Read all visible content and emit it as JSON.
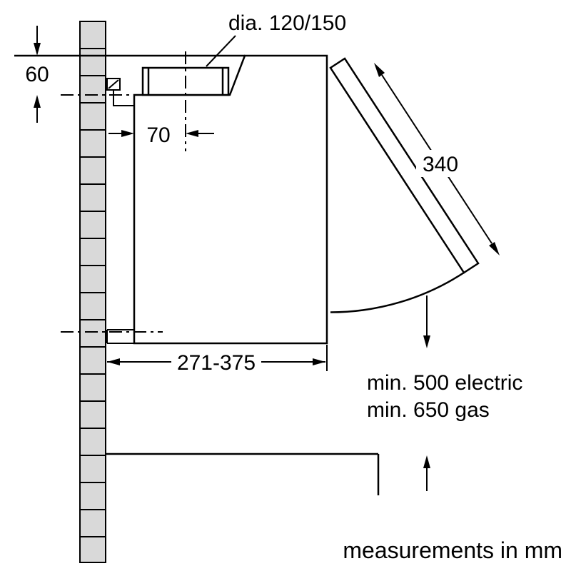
{
  "diagram": {
    "labels": {
      "diameter": "dia. 120/150",
      "wall_offset": "60",
      "duct_offset": "70",
      "visor_length": "340",
      "depth_range": "271-375",
      "min_electric": "min. 500 electric",
      "min_gas": "min. 650 gas",
      "units_note": "measurements in mm"
    },
    "colors": {
      "line": "#000000",
      "wall_fill": "#d9d9d9",
      "background": "#ffffff"
    }
  }
}
